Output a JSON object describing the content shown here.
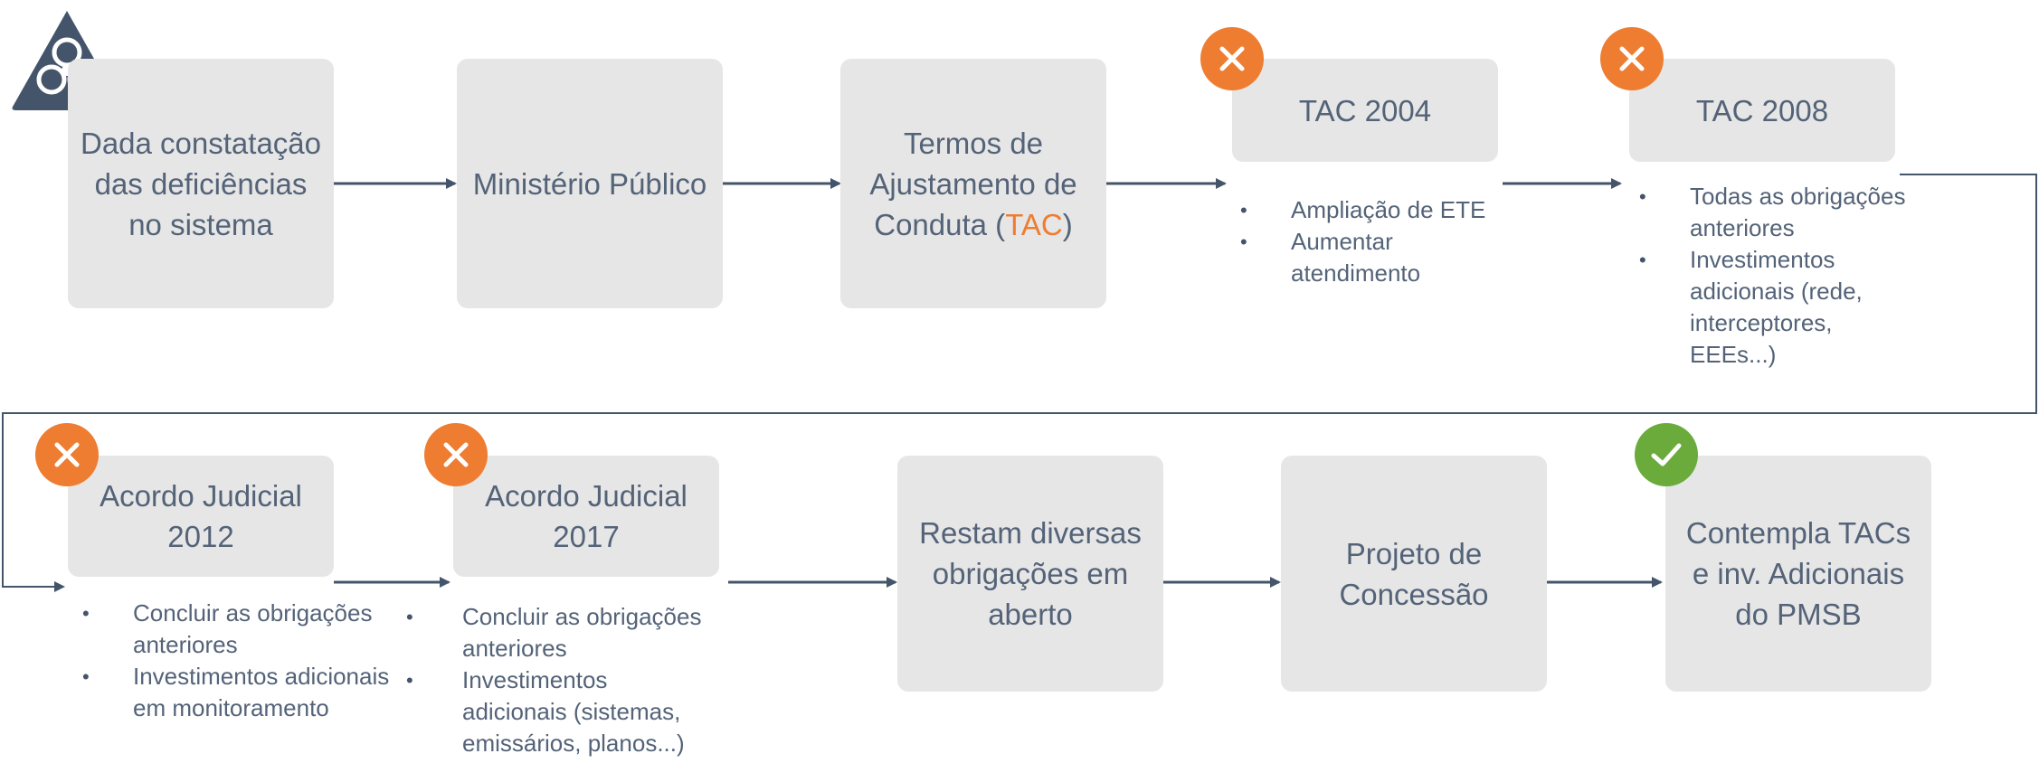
{
  "row1": {
    "box1": "Dada constatação das deficiências no sistema",
    "box2": "Ministério Público",
    "box3": {
      "pre": "Termos de Ajustamento de Conduta (",
      "hl": "TAC",
      "post": ")"
    },
    "tac2004": {
      "title": "TAC 2004",
      "bullets": [
        "Ampliação de ETE",
        "Aumentar atendimento"
      ]
    },
    "tac2008": {
      "title": "TAC 2008",
      "bullets": [
        "Todas as obrigações anteriores",
        "Investimentos adicionais (rede, interceptores, EEEs...)"
      ]
    }
  },
  "row2": {
    "aj2012": {
      "title": "Acordo Judicial 2012",
      "bullets": [
        "Concluir as obrigações anteriores",
        "Investimentos adicionais em monitoramento"
      ]
    },
    "aj2017": {
      "title": "Acordo Judicial 2017",
      "bullets": [
        "Concluir as obrigações anteriores",
        "Investimentos adicionais (sistemas, emissários, planos...)"
      ]
    },
    "box_restam": "Restam diversas obrigações em aberto",
    "box_projeto": "Projeto de Concessão",
    "box_contempla": "Contempla TACs e inv. Adicionais do PMSB"
  },
  "colors": {
    "accent": "#ee7d31",
    "success": "#6aab3b",
    "box": "#e6e6e6",
    "text": "#546378",
    "hazard": "#44546a"
  },
  "icons": {
    "hazard": "biohazard-icon",
    "fail": "x-icon",
    "success": "check-icon"
  }
}
